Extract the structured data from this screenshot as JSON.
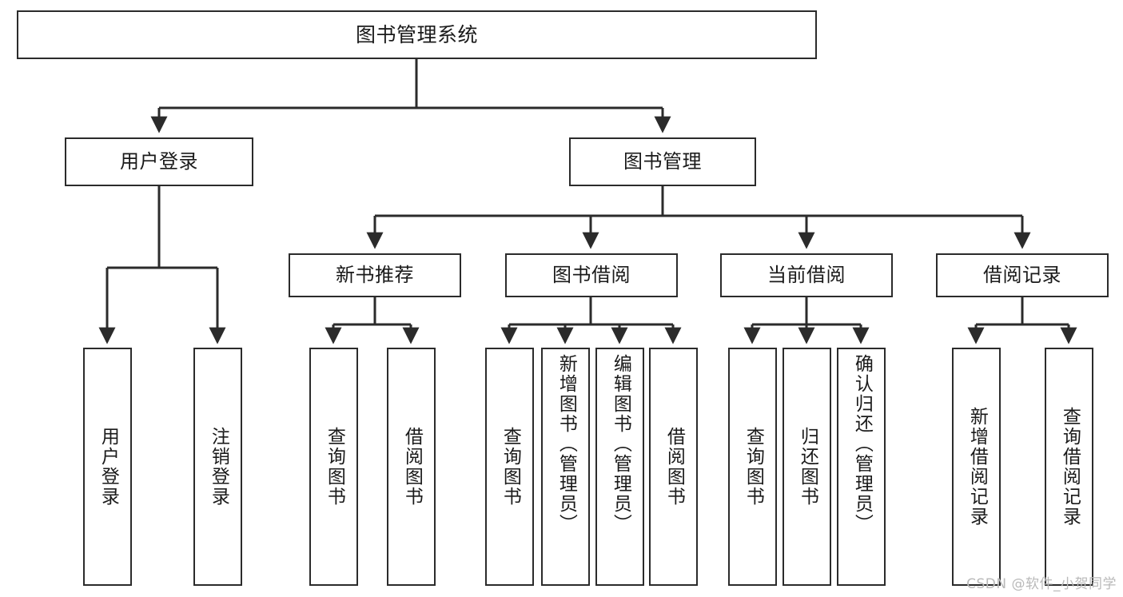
{
  "diagram": {
    "title": "图书管理系统",
    "type": "tree-hierarchy",
    "watermark": "CSDN @软件_小贺同学",
    "line_color": "#2b2b2b",
    "box_fill": "#ffffff",
    "text_color": "#1a1a1a"
  },
  "nodes": {
    "root": {
      "label": "图书管理系统"
    },
    "level2": {
      "user_login": {
        "label": "用户登录"
      },
      "book_manage": {
        "label": "图书管理"
      }
    },
    "level3": {
      "new_book_rec": {
        "label": "新书推荐"
      },
      "book_borrow": {
        "label": "图书借阅"
      },
      "current_borrow": {
        "label": "当前借阅"
      },
      "borrow_record": {
        "label": "借阅记录"
      }
    },
    "leaves": {
      "user_login_children": [
        {
          "label": "用户登录"
        },
        {
          "label": "注销登录"
        }
      ],
      "new_book_rec_children": [
        {
          "label": "查询图书"
        },
        {
          "label": "借阅图书"
        }
      ],
      "book_borrow_children": [
        {
          "label": "查询图书"
        },
        {
          "label": "新增图书（管理员）"
        },
        {
          "label": "编辑图书（管理员）"
        },
        {
          "label": "借阅图书"
        }
      ],
      "current_borrow_children": [
        {
          "label": "查询图书"
        },
        {
          "label": "归还图书"
        },
        {
          "label": "确认归还（管理员）"
        }
      ],
      "borrow_record_children": [
        {
          "label": "新增借阅记录"
        },
        {
          "label": "查询借阅记录"
        }
      ]
    }
  }
}
